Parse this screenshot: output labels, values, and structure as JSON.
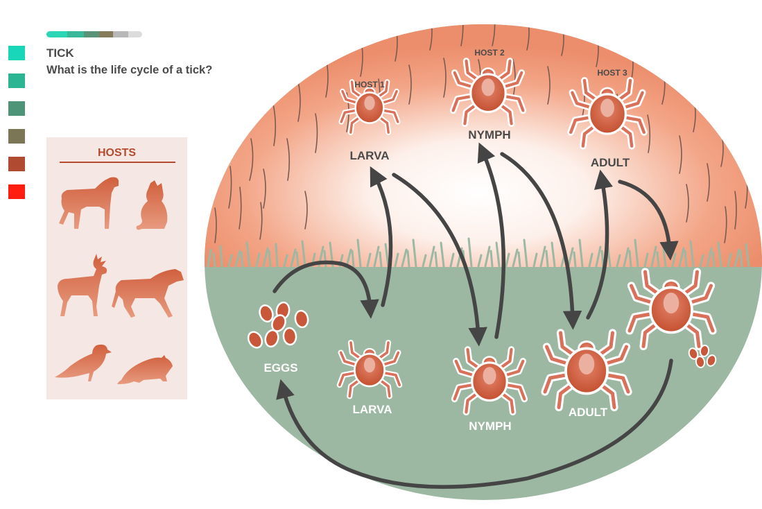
{
  "header": {
    "title": "TICK",
    "question": "What is the life cycle of a tick?"
  },
  "progress_colors": [
    "#2ad6b6",
    "#3ab89a",
    "#5a9478",
    "#857a5a",
    "#b8b8b8",
    "#dcdcdc"
  ],
  "swatch_colors": [
    "#19d6b8",
    "#2cb592",
    "#4e9478",
    "#7a7656",
    "#b04a30",
    "#ff1d10"
  ],
  "hosts_panel": {
    "title": "HOSTS",
    "animals": [
      "dog-icon",
      "cat-icon",
      "deer-icon",
      "horse-icon",
      "bird-icon",
      "rodent-icon"
    ]
  },
  "hosts": {
    "host1": "HOST 1",
    "host2": "HOST 2",
    "host3": "HOST 3"
  },
  "stages_on_host": {
    "larva": "LARVA",
    "nymph": "NYMPH",
    "adult": "ADULT"
  },
  "stages_on_ground": {
    "eggs": "EGGS",
    "larva": "LARVA",
    "nymph": "NYMPH",
    "adult": "ADULT"
  },
  "colors": {
    "skin": "#ee9a7c",
    "grass": "#9bb5a0",
    "tick": "#cc5c3c",
    "text_dark": "#4a4a4a",
    "text_light": "#ffffff",
    "arrow": "#454545"
  }
}
